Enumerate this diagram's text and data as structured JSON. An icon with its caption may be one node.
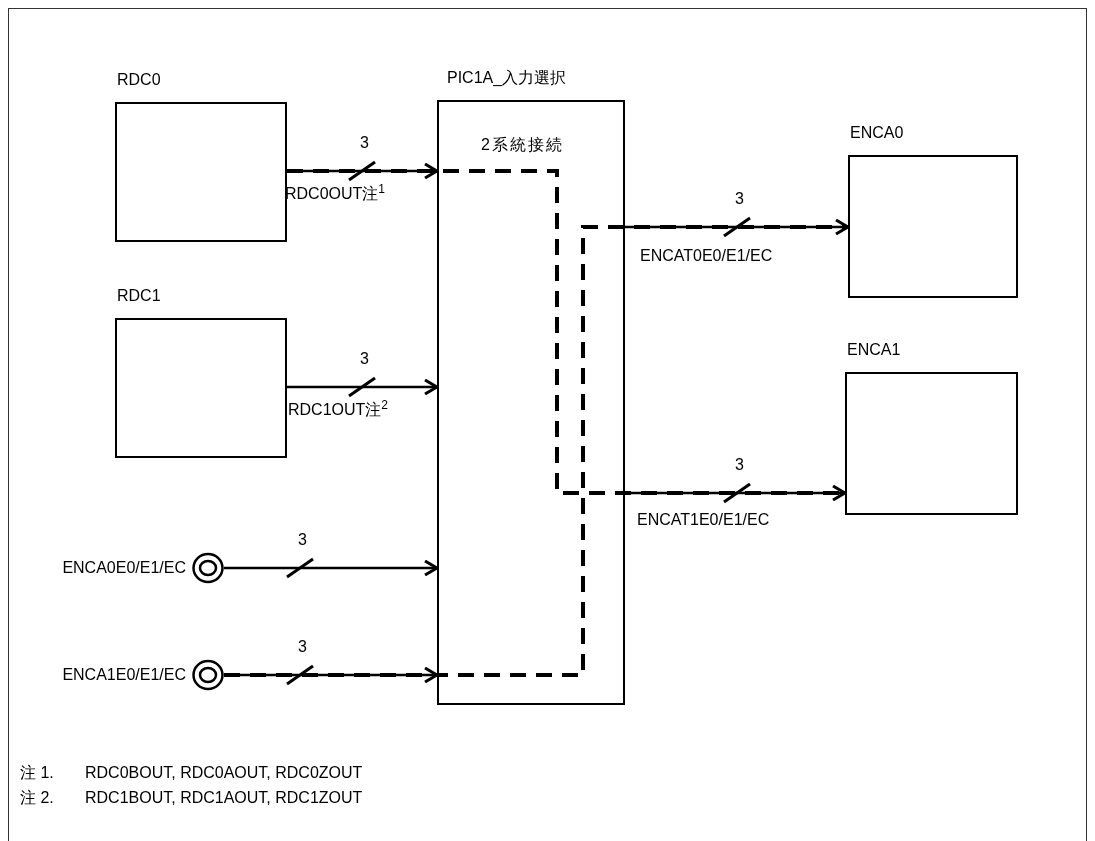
{
  "diagram": {
    "nodes": [
      {
        "text": [
          "RDC0"
        ]
      },
      {
        "text": [
          "RDC1"
        ]
      },
      {
        "text": [
          "PIC1A_入力選択"
        ]
      },
      {
        "text": [
          "ENCA0"
        ]
      },
      {
        "text": [
          "ENCA1"
        ]
      },
      {
        "text": [],
        "shape": "circle",
        "beside": [
          "ENCA0E0/E1/EC"
        ]
      },
      {
        "text": [],
        "shape": "circle",
        "beside": [
          "ENCA1E0/E1/EC"
        ]
      }
    ],
    "edges": [
      {
        "from": 0,
        "to": 2,
        "arrow": "to",
        "label": "3"
      },
      {
        "from": 1,
        "to": 2,
        "arrow": "to",
        "label": "3"
      },
      {
        "from": 5,
        "to": 2,
        "arrow": "to",
        "label": "3"
      },
      {
        "from": 6,
        "to": 2,
        "arrow": "to",
        "label": "3"
      },
      {
        "from": 2,
        "to": 3,
        "arrow": "to",
        "label": "3"
      },
      {
        "from": 2,
        "to": 4,
        "arrow": "to",
        "label": "3"
      }
    ],
    "labels": [
      "RDC0OUT注$^{1}$",
      "2系統接続",
      "RDC1OUT注$^{2}$",
      "ENCAT0E0/E1/EC",
      "ENCAT1E0/E1/EC",
      "注 1.",
      "RDC0BOUT, RDC0AOUT, RDC0ZOUT",
      "注 2.",
      "RDC1BOUT, RDC1AOUT, RDC1ZOUT"
    ]
  }
}
